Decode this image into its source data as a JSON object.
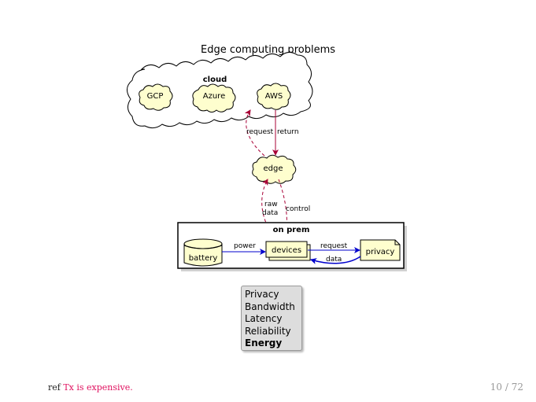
{
  "title": "Edge computing problems",
  "cloud": {
    "label": "cloud",
    "providers": [
      "GCP",
      "Azure",
      "AWS"
    ]
  },
  "edge": {
    "label": "edge"
  },
  "onprem": {
    "label": "on prem",
    "battery": "battery",
    "devices": "devices",
    "privacy": "privacy"
  },
  "edges": {
    "request_up": "request",
    "return_down": "return",
    "raw": "raw",
    "data": "data",
    "control": "control",
    "power": "power",
    "request_right": "request",
    "data_left": "data"
  },
  "legend": {
    "items": [
      "Privacy",
      "Bandwidth",
      "Latency",
      "Reliability"
    ],
    "bold_item": "Energy"
  },
  "footer": {
    "prefix": "ref",
    "ref_text": "Tx is expensive.",
    "page": "10 / 72"
  },
  "colors": {
    "node_fill": "#fefece",
    "arrow_red": "#a80036",
    "arrow_blue": "#0000cc"
  }
}
